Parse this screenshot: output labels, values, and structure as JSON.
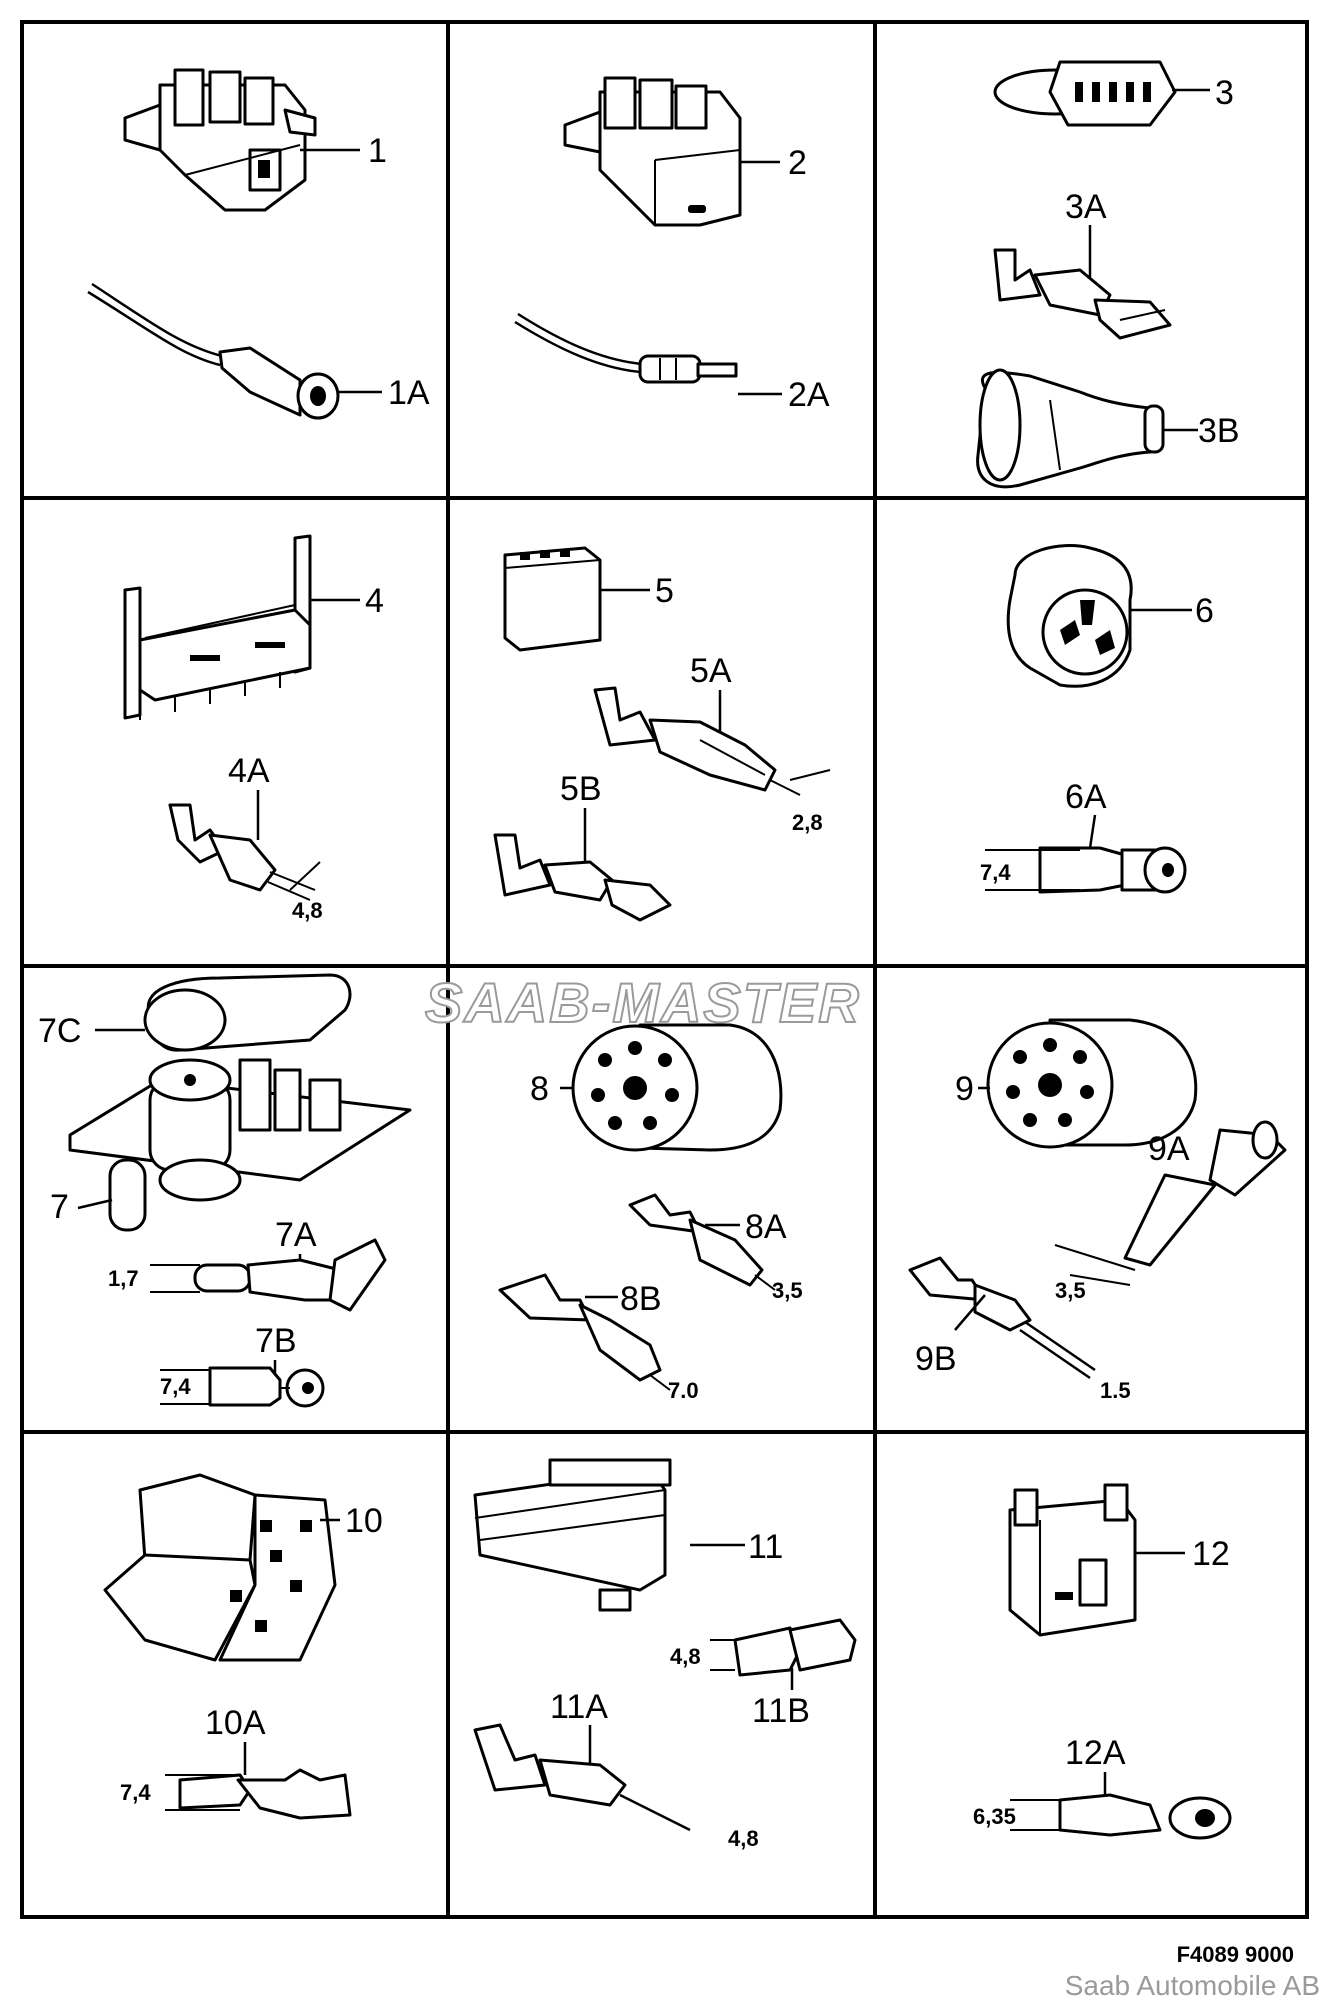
{
  "labels": {
    "p1": "1",
    "p1a": "1A",
    "p2": "2",
    "p2a": "2A",
    "p3": "3",
    "p3a": "3A",
    "p3b": "3B",
    "p4": "4",
    "p4a": "4A",
    "p5": "5",
    "p5a": "5A",
    "p5b": "5B",
    "p6": "6",
    "p6a": "6A",
    "p7": "7",
    "p7a": "7A",
    "p7b": "7B",
    "p7c": "7C",
    "p8": "8",
    "p8a": "8A",
    "p8b": "8B",
    "p9": "9",
    "p9a": "9A",
    "p9b": "9B",
    "p10": "10",
    "p10a": "10A",
    "p11": "11",
    "p11a": "11A",
    "p11b": "11B",
    "p12": "12",
    "p12a": "12A"
  },
  "dimensions": {
    "d4a": "4,8",
    "d5a": "2,8",
    "d6a": "7,4",
    "d7a": "1,7",
    "d7b": "7,4",
    "d8a": "3,5",
    "d8b": "7.0",
    "d9a": "3,5",
    "d9b": "1.5",
    "d10a": "7,4",
    "d11a": "4,8",
    "d11b": "4,8",
    "d12a": "6,35"
  },
  "watermark": "SAAB-MASTER",
  "figure_number": "F4089 9000",
  "copyright": "Saab Automobile AB"
}
